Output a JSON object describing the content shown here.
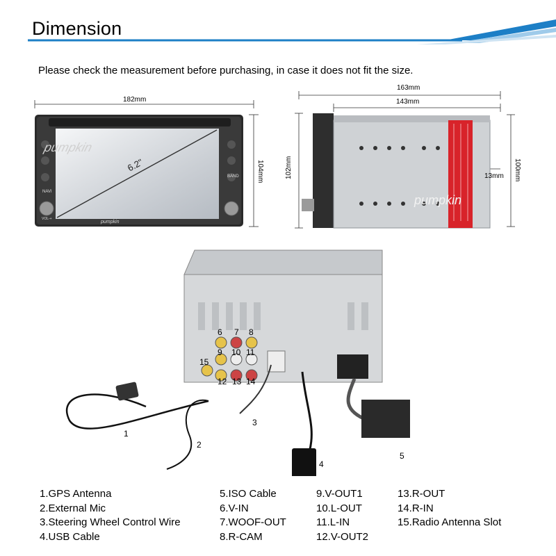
{
  "header": {
    "title": "Dimension"
  },
  "notice": "Please check the measurement before purchasing, in case it does not fit the size.",
  "front_view": {
    "width_label": "182mm",
    "height_label": "104mm",
    "diagonal_label": "6.2\"",
    "brand": "pumpkin",
    "button_labels": [
      "NAVI",
      "BAND",
      "VOL-+"
    ]
  },
  "side_view": {
    "outer_label": "163mm",
    "inner_label": "143mm",
    "left_height_label": "102mm",
    "right_height_label": "100mm",
    "depth_label": "13mm",
    "brand": "pumpkin"
  },
  "rear_view": {
    "port_numbers": [
      "6",
      "7",
      "8",
      "9",
      "10",
      "11",
      "12",
      "13",
      "14",
      "15"
    ],
    "cable_numbers": [
      "1",
      "2",
      "3",
      "4",
      "5"
    ]
  },
  "legend": {
    "col1": [
      "1.GPS Antenna",
      "2.External Mic",
      "3.Steering Wheel Control Wire",
      "4.USB Cable"
    ],
    "col2": [
      "5.ISO Cable",
      "6.V-IN",
      "7.WOOF-OUT",
      "8.R-CAM"
    ],
    "col3": [
      "9.V-OUT1",
      "10.L-OUT",
      "11.L-IN",
      "12.V-OUT2"
    ],
    "col4": [
      "13.R-OUT",
      "14.R-IN",
      "15.Radio Antenna Slot"
    ]
  }
}
